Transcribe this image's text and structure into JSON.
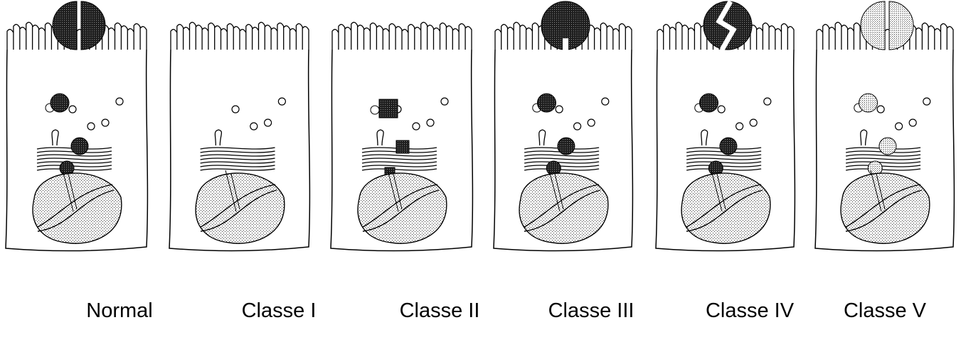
{
  "labels": {
    "normal": "Normal",
    "class_1": "Classe I",
    "class_2": "Classe II",
    "class_3": "Classe III",
    "class_4": "Classe IV",
    "class_5": "Classe V"
  },
  "colors": {
    "outline": "#000000",
    "dark_fill": "#3a3a3a",
    "light_fill": "#d4d4d4",
    "nucleus_fill": "#cfcfcf",
    "background": "#ffffff"
  }
}
